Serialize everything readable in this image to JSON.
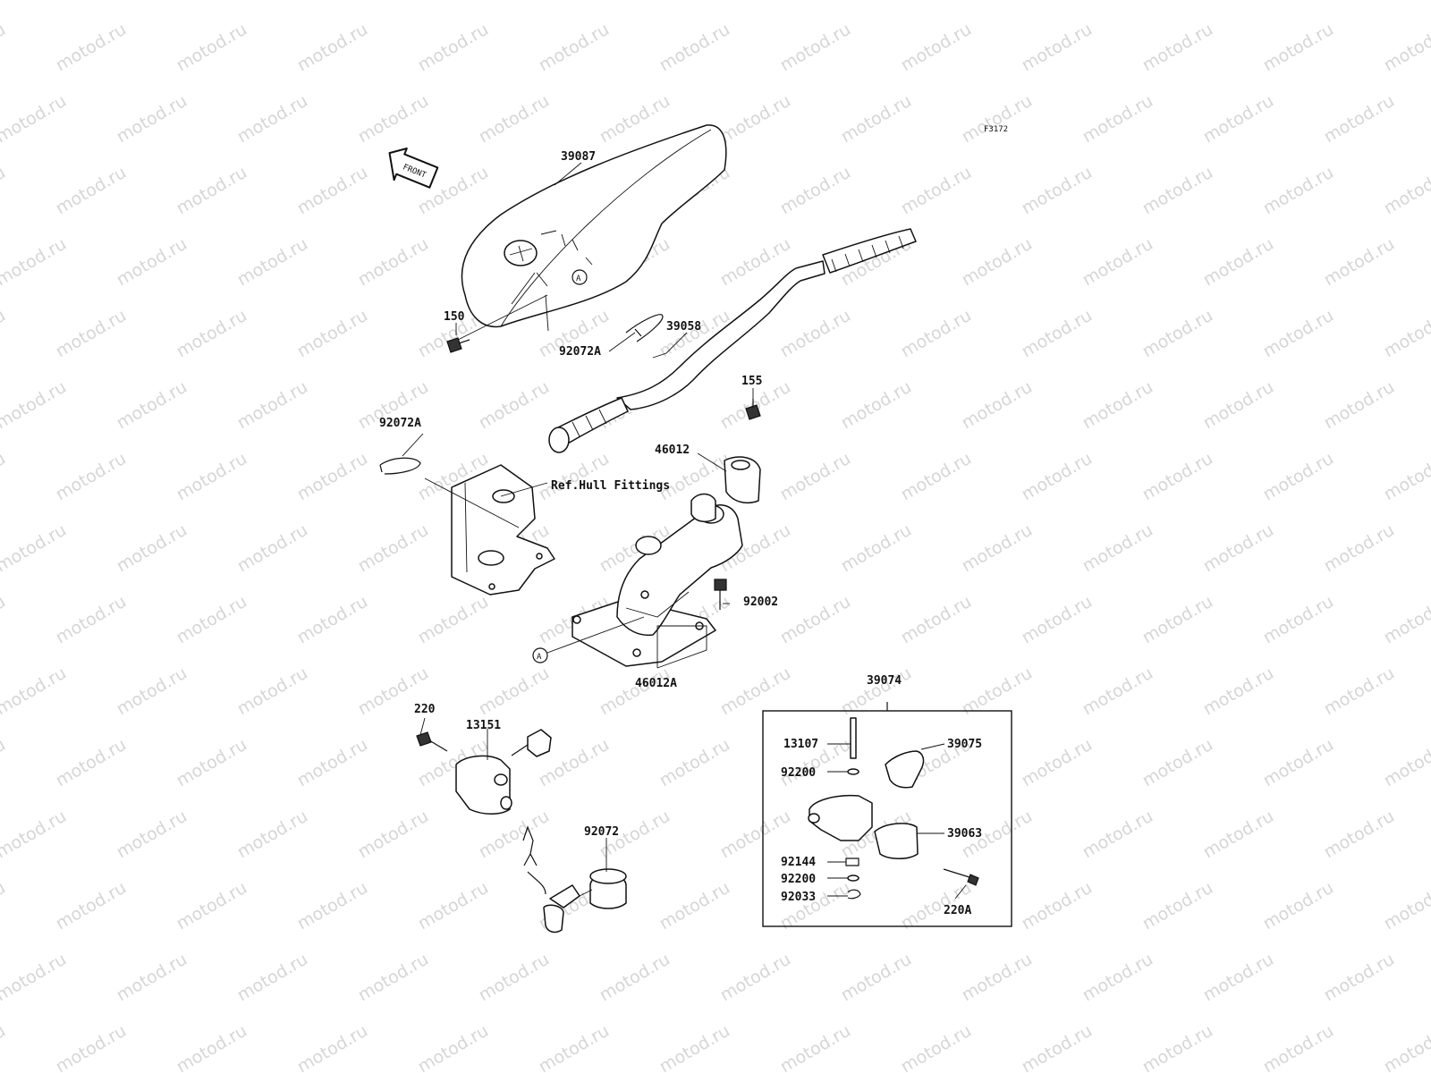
{
  "figure_code": "F3172",
  "front_label": "FRONT",
  "ref_label": "Ref.Hull Fittings",
  "watermark_text": "motod.ru",
  "view_point_label": "A",
  "part_numbers": {
    "p39087": "39087",
    "p150": "150",
    "p39058": "39058",
    "p92072A_top": "92072A",
    "p155": "155",
    "p92072A_left": "92072A",
    "p46012": "46012",
    "p92002": "92002",
    "p46012A": "46012A",
    "p39074": "39074",
    "p220": "220",
    "p13151": "13151",
    "p13107": "13107",
    "p39075": "39075",
    "p92200_a": "92200",
    "p39063": "39063",
    "p92144": "92144",
    "p92200_b": "92200",
    "p92033": "92033",
    "p220A": "220A",
    "p92072": "92072"
  }
}
